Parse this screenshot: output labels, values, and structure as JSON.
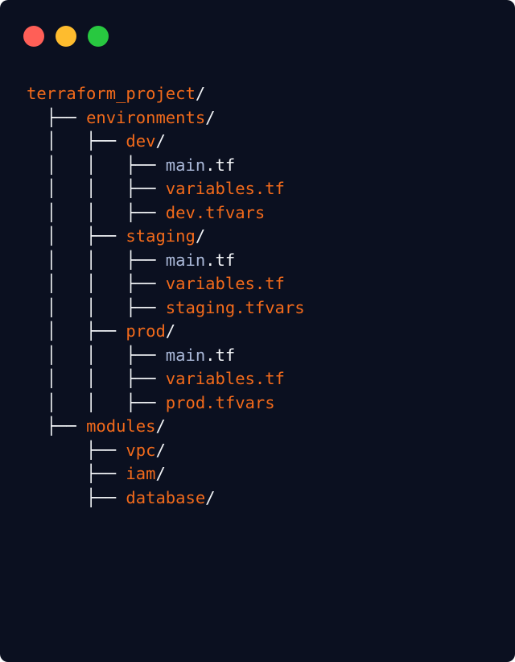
{
  "window": {
    "controls": [
      {
        "name": "close",
        "color": "#ff5f57"
      },
      {
        "name": "minimize",
        "color": "#febc2e"
      },
      {
        "name": "maximize",
        "color": "#28c840"
      }
    ]
  },
  "colors": {
    "background": "#0b1020",
    "directory": "#f26a1b",
    "file_base": "#aab8d8",
    "punctuation": "#f2f4f7"
  },
  "tree": [
    {
      "prefix": "",
      "name": "terraform_project",
      "suffix": "/",
      "kind": "dir"
    },
    {
      "prefix": "  ├── ",
      "name": "environments",
      "suffix": "/",
      "kind": "dir"
    },
    {
      "prefix": "  │   ├── ",
      "name": "dev",
      "suffix": "/",
      "kind": "dir"
    },
    {
      "prefix": "  │   │   ├── ",
      "name": "main",
      "suffix": ".tf",
      "kind": "file-plain"
    },
    {
      "prefix": "  │   │   ├── ",
      "name": "variables.tf",
      "suffix": "",
      "kind": "file-orange"
    },
    {
      "prefix": "  │   │   ├── ",
      "name": "dev.tfvars",
      "suffix": "",
      "kind": "file-orange"
    },
    {
      "prefix": "  │   ├── ",
      "name": "staging",
      "suffix": "/",
      "kind": "dir"
    },
    {
      "prefix": "  │   │   ├── ",
      "name": "main",
      "suffix": ".tf",
      "kind": "file-plain"
    },
    {
      "prefix": "  │   │   ├── ",
      "name": "variables.tf",
      "suffix": "",
      "kind": "file-orange"
    },
    {
      "prefix": "  │   │   ├── ",
      "name": "staging.tfvars",
      "suffix": "",
      "kind": "file-orange"
    },
    {
      "prefix": "  │   ├── ",
      "name": "prod",
      "suffix": "/",
      "kind": "dir"
    },
    {
      "prefix": "  │   │   ├── ",
      "name": "main",
      "suffix": ".tf",
      "kind": "file-plain"
    },
    {
      "prefix": "  │   │   ├── ",
      "name": "variables.tf",
      "suffix": "",
      "kind": "file-orange"
    },
    {
      "prefix": "  │   │   ├── ",
      "name": "prod.tfvars",
      "suffix": "",
      "kind": "file-orange"
    },
    {
      "prefix": "  ├── ",
      "name": "modules",
      "suffix": "/",
      "kind": "dir"
    },
    {
      "prefix": "      ├── ",
      "name": "vpc",
      "suffix": "/",
      "kind": "dir"
    },
    {
      "prefix": "      ├── ",
      "name": "iam",
      "suffix": "/",
      "kind": "dir"
    },
    {
      "prefix": "      ├── ",
      "name": "database",
      "suffix": "/",
      "kind": "dir"
    }
  ]
}
